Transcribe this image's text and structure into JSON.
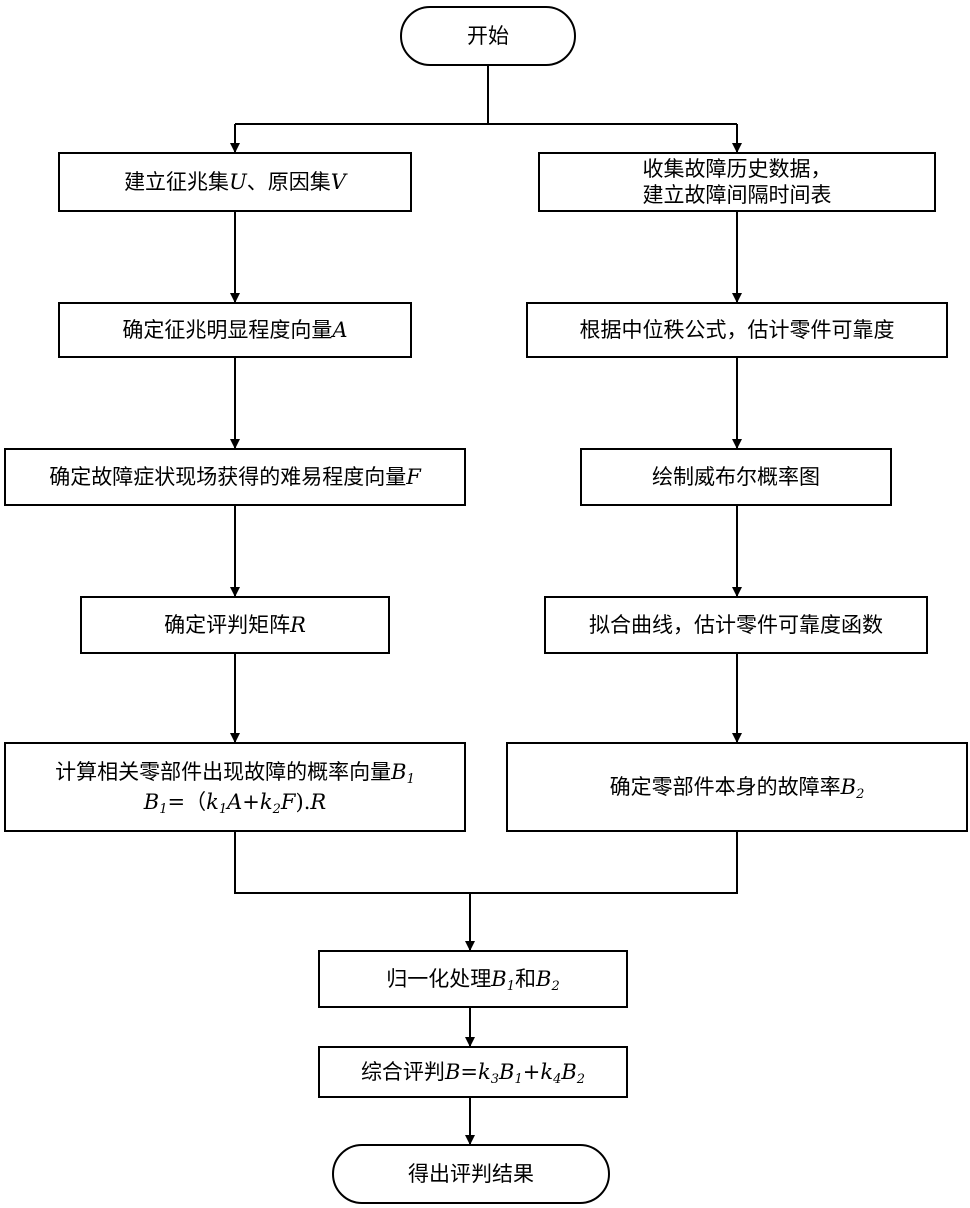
{
  "nodes": {
    "start": "开始",
    "left1": {
      "text": "建立征兆集",
      "v1": "U",
      "sep": "、原因集",
      "v2": "V"
    },
    "left2": {
      "text": "确定征兆明显程度向量",
      "v": "A"
    },
    "left3": {
      "text": "确定故障症状现场获得的难易程度向量",
      "v": "F"
    },
    "left4": {
      "text": "确定评判矩阵",
      "v": "R"
    },
    "left5": {
      "line1_text": "计算相关零部件出现故障的概率向量",
      "line1_v": "B",
      "line1_sub": "1",
      "line2_b": "B",
      "line2_b_sub": "1",
      "line2_eq": "=（",
      "line2_k1": "k",
      "line2_k1_sub": "1",
      "line2_a": "A+",
      "line2_k2": "k",
      "line2_k2_sub": "2",
      "line2_f": "F",
      "line2_close": ").",
      "line2_r": "R"
    },
    "right1": {
      "line1": "收集故障历史数据，",
      "line2": "建立故障间隔时间表"
    },
    "right2": "根据中位秩公式，估计零件可靠度",
    "right3": "绘制威布尔概率图",
    "right4": "拟合曲线，估计零件可靠度函数",
    "right5": {
      "text": "确定零部件本身的故障率",
      "v": "B",
      "sub": "2"
    },
    "merge1": {
      "text": "归一化处理",
      "b1": "B",
      "b1_sub": "1",
      "and": "和",
      "b2": "B",
      "b2_sub": "2"
    },
    "merge2": {
      "text": "综合评判",
      "b": "B",
      "eq": "=",
      "k3": "k",
      "k3_sub": "3",
      "b1": "B",
      "b1_sub": "1",
      "plus": "+",
      "k4": "k",
      "k4_sub": "4",
      "b2": "B",
      "b2_sub": "2"
    },
    "end": "得出评判结果"
  }
}
